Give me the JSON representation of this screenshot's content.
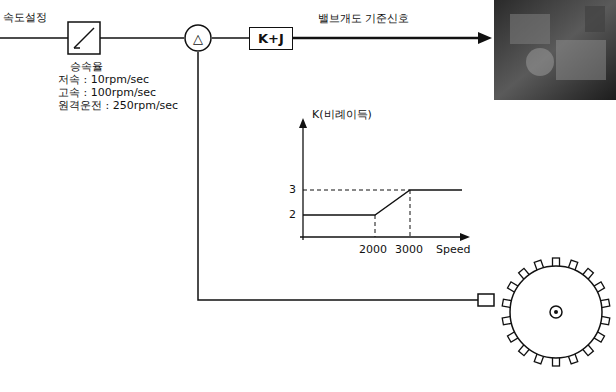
{
  "diagram": {
    "nodes": [
      {
        "text": [
          "△"
        ]
      },
      {
        "text": [
          "K+J"
        ]
      }
    ],
    "edges": [
      {
        "from": 0,
        "to": 1,
        "arrow": "none"
      }
    ],
    "labels": [
      "속도설정",
      "승속율",
      "저속 : 10rpm/sec",
      "고속 : 100rpm/sec",
      "원격운전 : 250rpm/sec",
      "밸브개도 기준신호",
      "K(비례이득)",
      "3",
      "2",
      "2000",
      "3000",
      "Speed"
    ]
  }
}
